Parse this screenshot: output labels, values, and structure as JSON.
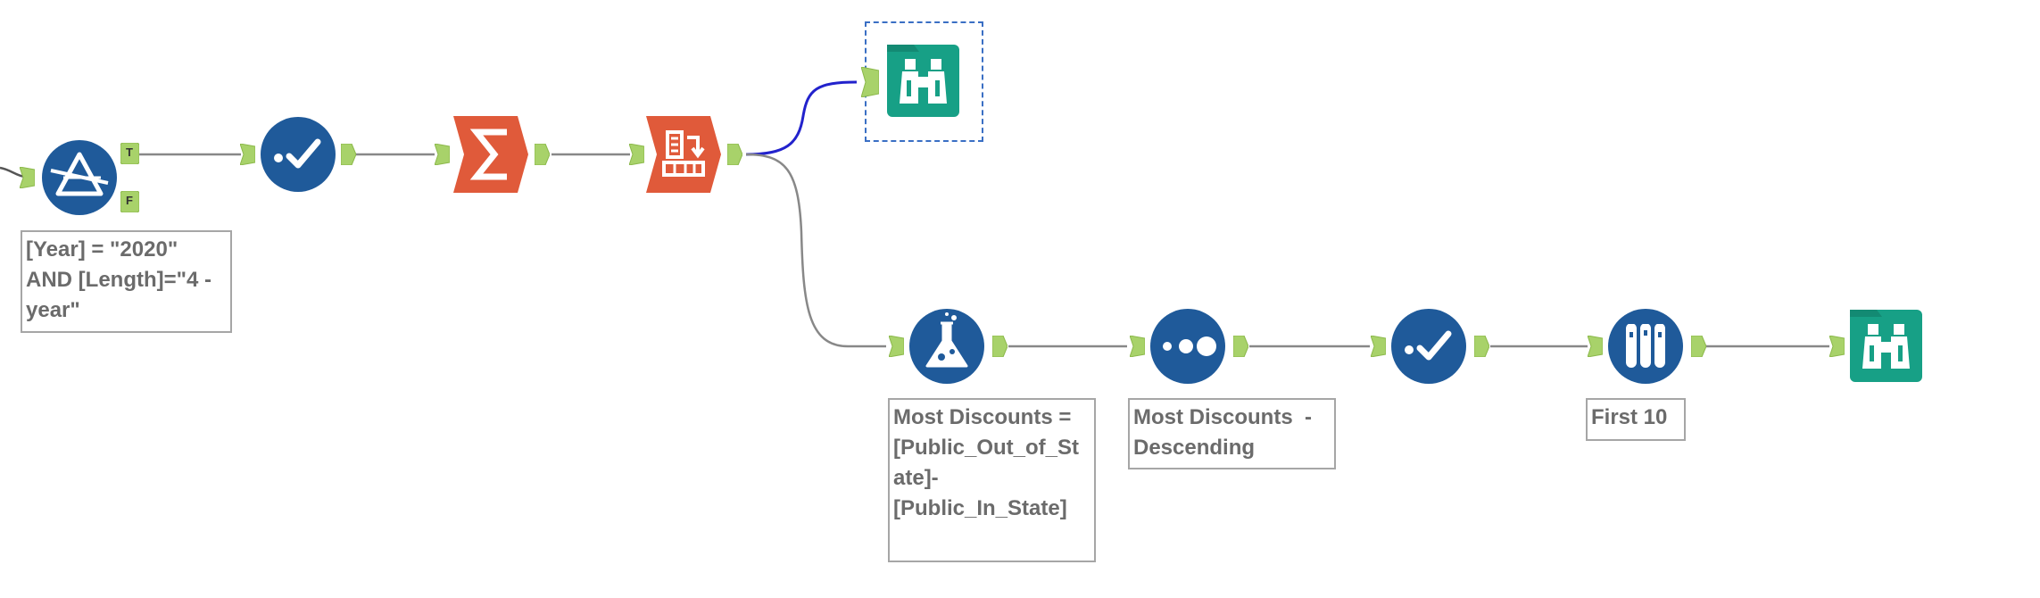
{
  "canvas": {
    "background": "#ffffff",
    "connector_color": "#888888",
    "selected_connector_color": "#2222cc",
    "anchor_color": "#a8d26a",
    "anchor_label_color": "#333333"
  },
  "tools": {
    "filter": {
      "icon": "filter-triangle-icon",
      "color": "#1f5a9a",
      "true_anchor": "T",
      "false_anchor": "F"
    },
    "select_1": {
      "icon": "select-checkmark-icon",
      "color": "#1f5a9a"
    },
    "summarize": {
      "icon": "summation-icon",
      "color": "#e05a3a"
    },
    "cross_tab": {
      "icon": "cross-tab-icon",
      "color": "#e05a3a"
    },
    "browse_1": {
      "icon": "binoculars-icon",
      "color": "#17a086"
    },
    "formula": {
      "icon": "flask-icon",
      "color": "#1f5a9a"
    },
    "sort": {
      "icon": "sort-dots-icon",
      "color": "#1f5a9a"
    },
    "select_2": {
      "icon": "select-checkmark-icon",
      "color": "#1f5a9a"
    },
    "sample": {
      "icon": "test-tubes-icon",
      "color": "#1f5a9a"
    },
    "browse_2": {
      "icon": "binoculars-icon",
      "color": "#17a086"
    }
  },
  "annotations": {
    "filter": "[Year] = \"2020\" AND [Length]=\"4 -year\"",
    "formula": "Most Discounts = [Public_Out_of_St ate]- [Public_In_State]",
    "sort": "Most Discounts  - Descending",
    "sample": "First 10"
  }
}
